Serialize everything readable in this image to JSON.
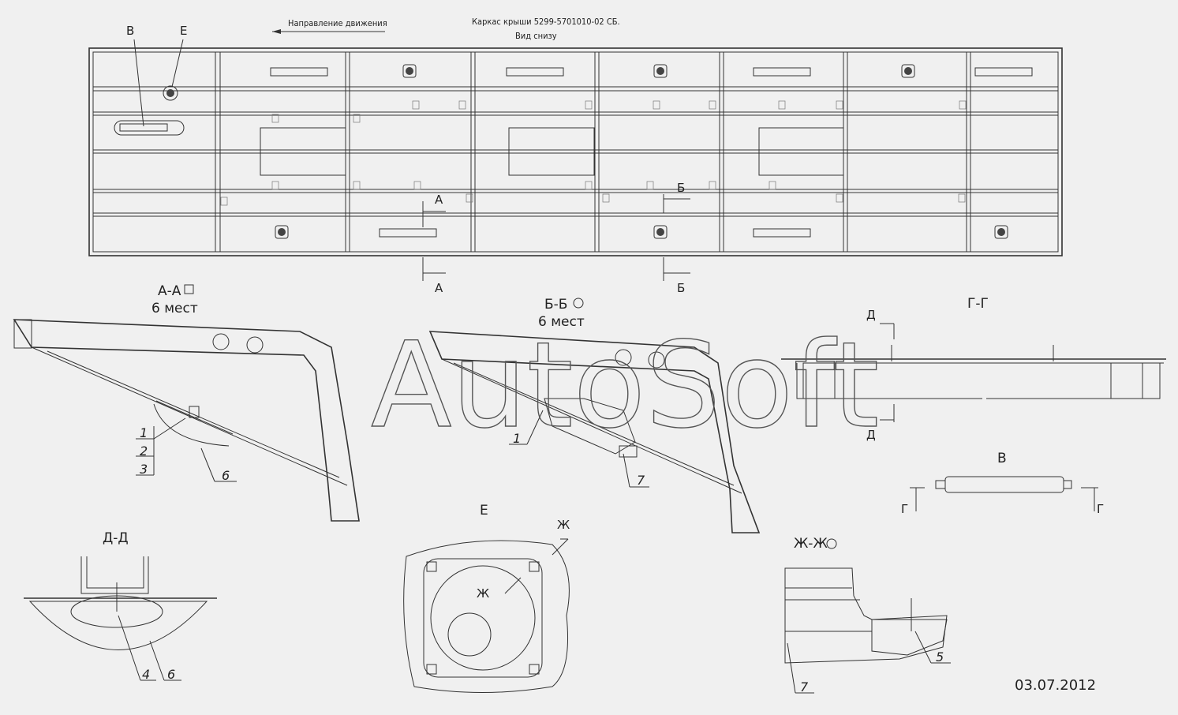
{
  "header": {
    "direction_label": "Направление движения",
    "title_line1": "Каркас крыши 5299-5701010-02 СБ.",
    "title_line2": "Вид снизу"
  },
  "plan_markers": {
    "b": "В",
    "e": "Е",
    "a_top": "А",
    "a_bottom": "А",
    "b_top": "Б",
    "b_bottom": "Б"
  },
  "section_aa": {
    "title": "А-А",
    "count": "6 мест"
  },
  "section_bb": {
    "title": "Б-Б",
    "count": "6 мест"
  },
  "section_gg": {
    "title": "Г-Г",
    "d_top": "Д",
    "d_bottom": "Д"
  },
  "view_v": {
    "title": "В",
    "g_left": "Г",
    "g_right": "Г"
  },
  "section_dd": {
    "title": "Д-Д"
  },
  "view_e": {
    "title": "Е",
    "zh_outer": "Ж",
    "zh_inner": "Ж"
  },
  "section_zhzh": {
    "title": "Ж-Ж"
  },
  "callouts": {
    "aa_1": "1",
    "aa_2": "2",
    "aa_3": "3",
    "aa_6": "6",
    "bb_1": "1",
    "bb_7": "7",
    "dd_4": "4",
    "dd_6": "6",
    "zh_5": "5",
    "zh_7": "7"
  },
  "watermark": "AutoSoft",
  "date": "03.07.2012"
}
